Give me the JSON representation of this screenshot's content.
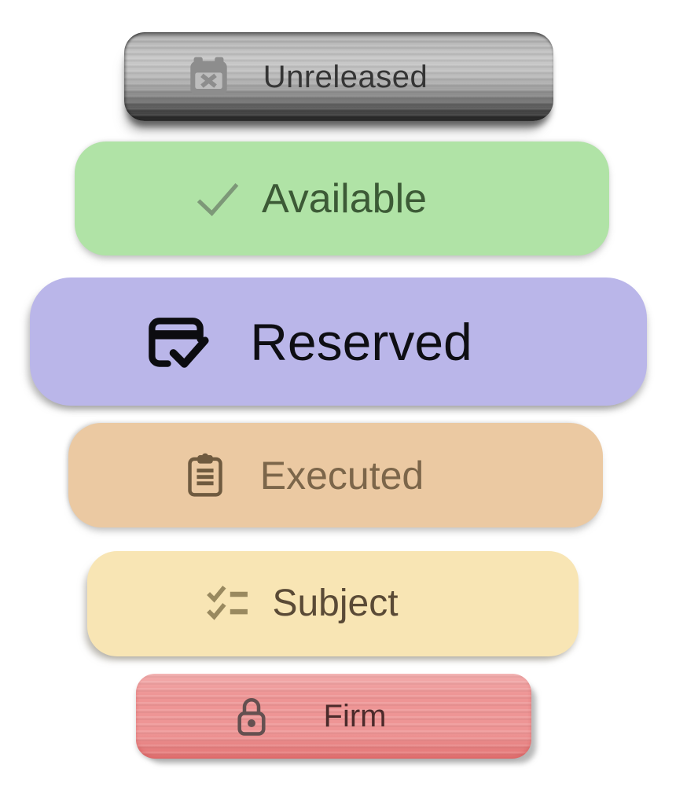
{
  "page": {
    "background": "#ffffff",
    "description": "Vertical legend of six status badge pills"
  },
  "badges": [
    {
      "id": "unreleased",
      "label": "Unreleased",
      "icon": "calendar-x-icon",
      "bg": "#b5b5b5",
      "bg_style": "metallic-gray-gradient-streaked",
      "text_color": "#353535",
      "icon_color": "#8d8d8d",
      "icon_inner_color": "#bdbdbd"
    },
    {
      "id": "available",
      "label": "Available",
      "icon": "check-icon",
      "bg": "#b0e3a6",
      "text_color": "#3c5a36",
      "icon_color": "#7d9878"
    },
    {
      "id": "reserved",
      "label": "Reserved",
      "icon": "card-check-icon",
      "bg": "#bab6e9",
      "text_color": "#0e0e13",
      "icon_color": "#0c0c10"
    },
    {
      "id": "executed",
      "label": "Executed",
      "icon": "clipboard-icon",
      "bg": "#ebc9a2",
      "text_color": "#7c664a",
      "icon_color": "#6f5a3f"
    },
    {
      "id": "subject",
      "label": "Subject",
      "icon": "list-checks-icon",
      "bg": "#f8e5b4",
      "text_color": "#5a4a36",
      "icon_color": "#99895f"
    },
    {
      "id": "firm",
      "label": "Firm",
      "icon": "lock-icon",
      "bg": "#ee9595",
      "bg_style": "painted-red-streaked",
      "text_color": "#4c2b2b",
      "icon_color": "#645050"
    }
  ]
}
